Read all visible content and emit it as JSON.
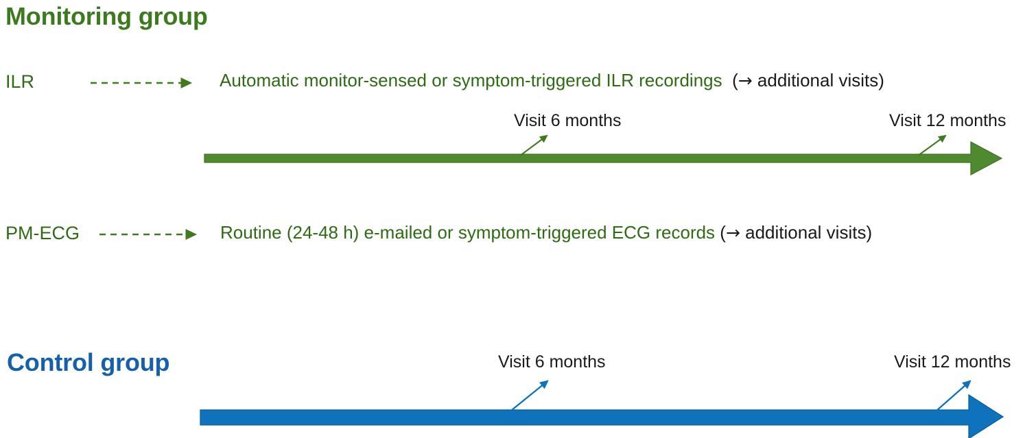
{
  "colors": {
    "green_title": "#3c7a1e",
    "green_text": "#2f6b14",
    "green_bar": "#4f8a31",
    "green_bar_edge": "#3f701f",
    "blue_title": "#1560ad",
    "blue_bar": "#0e72bc",
    "blue_bar_edge": "#0a5b97",
    "black_text": "#1a1a1a"
  },
  "monitoring": {
    "title": "Monitoring group",
    "rows": [
      {
        "label": "ILR",
        "description_green": "Automatic  monitor-sensed  or  symptom-triggered  ILR  recordings",
        "description_paren_open": "(",
        "description_paren_arrow": "→",
        "description_paren_text": " additional visits)",
        "dashed_arrow": "dashed-arrow-ilr"
      },
      {
        "label": "PM-ECG",
        "description_green": "Routine (24-48 h) e-mailed or symptom-triggered ECG records ",
        "description_paren_open": "(",
        "description_paren_arrow": "→",
        "description_paren_text": " additional visits)",
        "dashed_arrow": "dashed-arrow-pmecg"
      }
    ],
    "timeline": {
      "name": "monitoring-timeline-arrow",
      "visits": [
        {
          "label": "Visit 6 months"
        },
        {
          "label": "Visit 12 months"
        }
      ]
    }
  },
  "control": {
    "title": "Control group",
    "timeline": {
      "name": "control-timeline-arrow",
      "visits": [
        {
          "label": "Visit 6 months"
        },
        {
          "label": "Visit 12 months"
        }
      ]
    }
  }
}
